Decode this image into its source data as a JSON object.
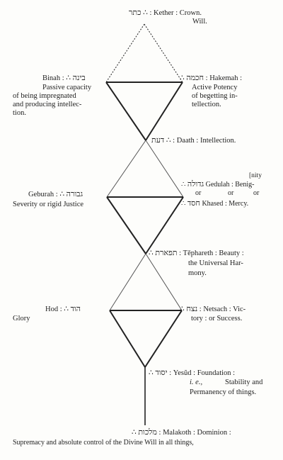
{
  "kether": {
    "hebrew": "כתר",
    "dots": "∴",
    "name": "Kether",
    "sep": ":",
    "meaning": "Crown.",
    "meaning2": "Will."
  },
  "binah": {
    "name": "Binah",
    "sep": ":",
    "dots": "∴",
    "hebrew": "בינה",
    "lines": [
      "Passive capacity",
      "of being impregnated",
      "and producing intellec-",
      "tion."
    ]
  },
  "chokmah": {
    "dots": "∴",
    "hebrew": "חכמה",
    "name": "Hakemah",
    "sep": ":",
    "lines": [
      "Active Potency",
      "of begetting in-",
      "tellection."
    ]
  },
  "daath": {
    "hebrew": "דעת",
    "dots": "∴",
    "name": "Daath",
    "sep": ":",
    "meaning": "Intellection."
  },
  "geburah": {
    "name": "Geburah",
    "sep": ":",
    "dots": "∴",
    "hebrew": "גבורה",
    "meaning": "Severity or rigid Justice"
  },
  "gedulah": {
    "top_note": "[nity",
    "dots": "∴",
    "hebrew": "גדולה",
    "name": "Gedulah",
    "sep": ":",
    "meaning": "Benig-",
    "or_row": [
      "or",
      "or",
      "or"
    ]
  },
  "chesed": {
    "dots": "∴",
    "hebrew": "חסד",
    "name": "Khased",
    "sep": ":",
    "meaning": "Mercy."
  },
  "tiphareth": {
    "dots": "∴",
    "hebrew": "תפארת",
    "name": "Těphareth",
    "sep": ":",
    "meaning": "Beauty :",
    "lines": [
      "the Universal Har-",
      "mony."
    ]
  },
  "hod": {
    "name": "Hod",
    "sep": ":",
    "dots": "∴",
    "hebrew": "הוד",
    "meaning": "Glory"
  },
  "netsach": {
    "dots": "∴",
    "hebrew": "נצח",
    "name": "Netsach",
    "sep": ":",
    "meaning": "Vic-",
    "lines": [
      "tory : or Success."
    ]
  },
  "yesod": {
    "dots": "∴",
    "hebrew": "יסוד",
    "name": "Yesŭd",
    "sep": ":",
    "meaning": "Foundation :",
    "ie": "i. e.,",
    "lines": [
      "Stability and",
      "Permanency of things."
    ]
  },
  "malkuth": {
    "dots": "∴",
    "hebrew": "מלכות",
    "name": "Malakoth",
    "sep": ":",
    "meaning": "Dominion :",
    "line2": "Supremacy and absolute control of the Divine Will in all things,"
  }
}
